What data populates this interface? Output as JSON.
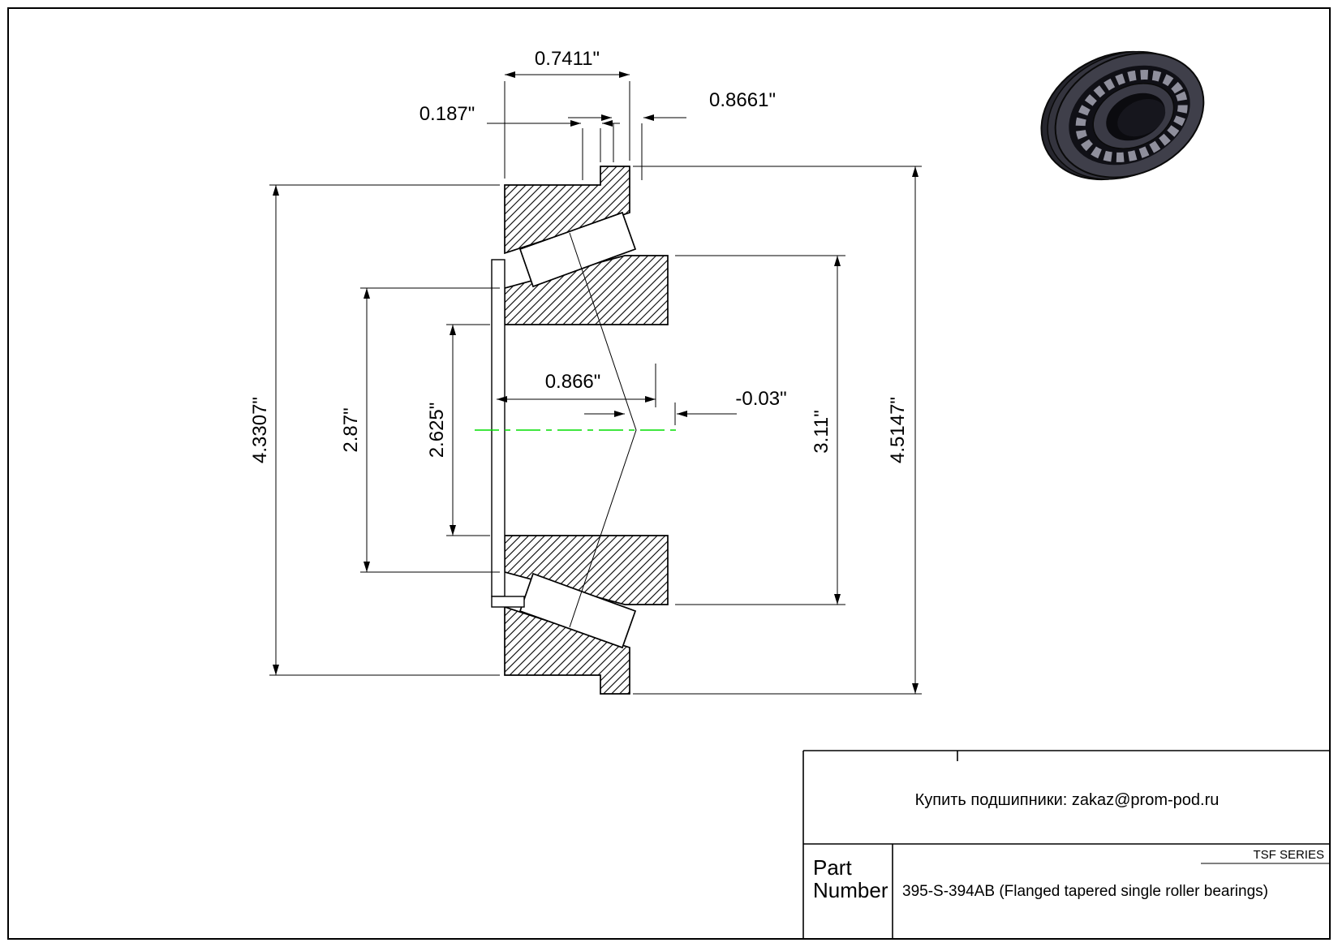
{
  "colors": {
    "background": "#ffffff",
    "line_color": "#000000",
    "centerline": "#00dd00"
  },
  "dimensions": {
    "cup_width": "0.7411\"",
    "flange_width": "0.187\"",
    "overall_width": "0.8661\"",
    "cone_width": "0.866\"",
    "standout": "-0.03\"",
    "cone_back_diameter": "2.87\"",
    "bore_diameter": "2.625\"",
    "rib_diameter": "3.11\"",
    "cup_outer_diameter": "4.3307\"",
    "flange_outer_diameter": "4.5147\""
  },
  "title_block": {
    "contact_line": "Купить подшипники: zakaz@prom-pod.ru",
    "series_label": "TSF SERIES",
    "part_label_line1": "Part",
    "part_label_line2": "Number",
    "part_number_text": "395-S-394AB (Flanged tapered single roller bearings)"
  }
}
